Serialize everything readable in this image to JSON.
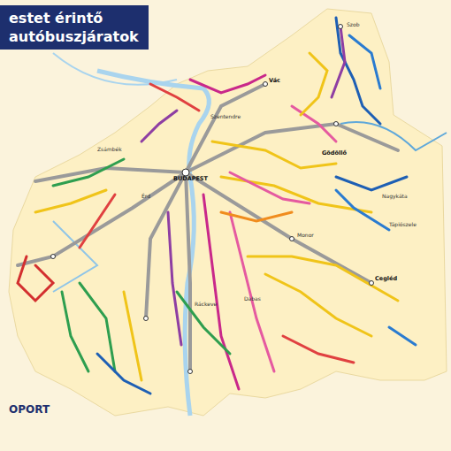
{
  "diagram": {
    "title": "estet érintő autóbuszjáratok",
    "labels": [
      "BUDAPEST",
      "Szob",
      "Vác",
      "Szentendre",
      "Gödöllő",
      "Nagykáta",
      "Monor",
      "Cegléd",
      "Dabas",
      "Ráckeve",
      "Érd",
      "Zsámbék",
      "Tápiószele",
      "OPORT"
    ]
  }
}
